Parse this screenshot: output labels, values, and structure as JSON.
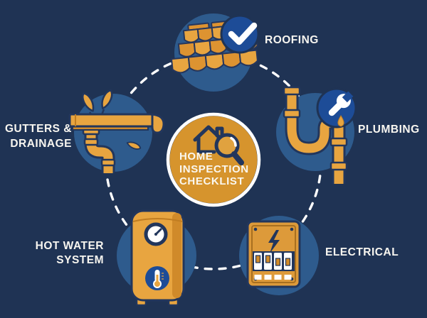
{
  "title": "Home Inspection Checklist",
  "center_badge": {
    "icon": "house-magnifier-icon",
    "line1": "HOME",
    "line2": "INSPECTION",
    "line3": "CHECKLIST"
  },
  "items": [
    {
      "id": "roofing",
      "position": "top",
      "label": "ROOFING",
      "icon": "roof-tiles-icon",
      "badge_icon": "checkmark-icon"
    },
    {
      "id": "plumbing",
      "position": "right",
      "label": "PLUMBING",
      "icon": "pipes-icon",
      "badge_icon": "wrench-drop-icon"
    },
    {
      "id": "electrical",
      "position": "bottom-right",
      "label": "ELECTRICAL",
      "icon": "breaker-panel-icon",
      "badge_icon": "lightning-icon"
    },
    {
      "id": "hot-water-system",
      "position": "bottom-left",
      "label_line1": "HOT WATER",
      "label_line2": "SYSTEM",
      "icon": "water-heater-icon",
      "badge_icon": "thermometer-icon"
    },
    {
      "id": "gutters-drainage",
      "position": "left",
      "label_line1": "GUTTERS &",
      "label_line2": "DRAINAGE",
      "icon": "gutter-leaves-icon",
      "badge_icon": "leaf-icon"
    }
  ],
  "palette": {
    "background_navy": "#1f3354",
    "outline_navy": "#22365c",
    "circle_blue": "#2e5b8d",
    "badge_blue": "#1d4c97",
    "orange": "#e8a540",
    "orange_dark": "#d08a2a",
    "center_orange": "#d6942d",
    "text_white": "#f8f6f0"
  }
}
